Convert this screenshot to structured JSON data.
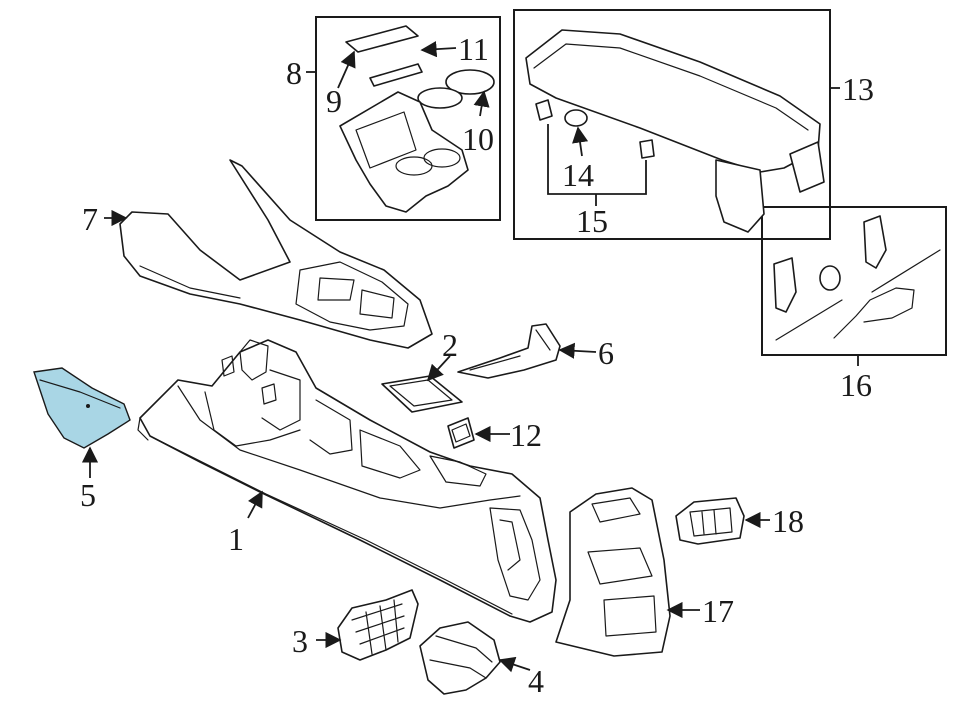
{
  "diagram": {
    "highlight_color": "#a9d6e5",
    "line_color": "#1a1a1a",
    "background": "#ffffff",
    "callouts": {
      "c1": "1",
      "c2": "2",
      "c3": "3",
      "c4": "4",
      "c5": "5",
      "c6": "6",
      "c7": "7",
      "c8": "8",
      "c9": "9",
      "c10": "10",
      "c11": "11",
      "c12": "12",
      "c13": "13",
      "c14": "14",
      "c15": "15",
      "c16": "16",
      "c17": "17",
      "c18": "18"
    },
    "highlighted_part": "5"
  }
}
